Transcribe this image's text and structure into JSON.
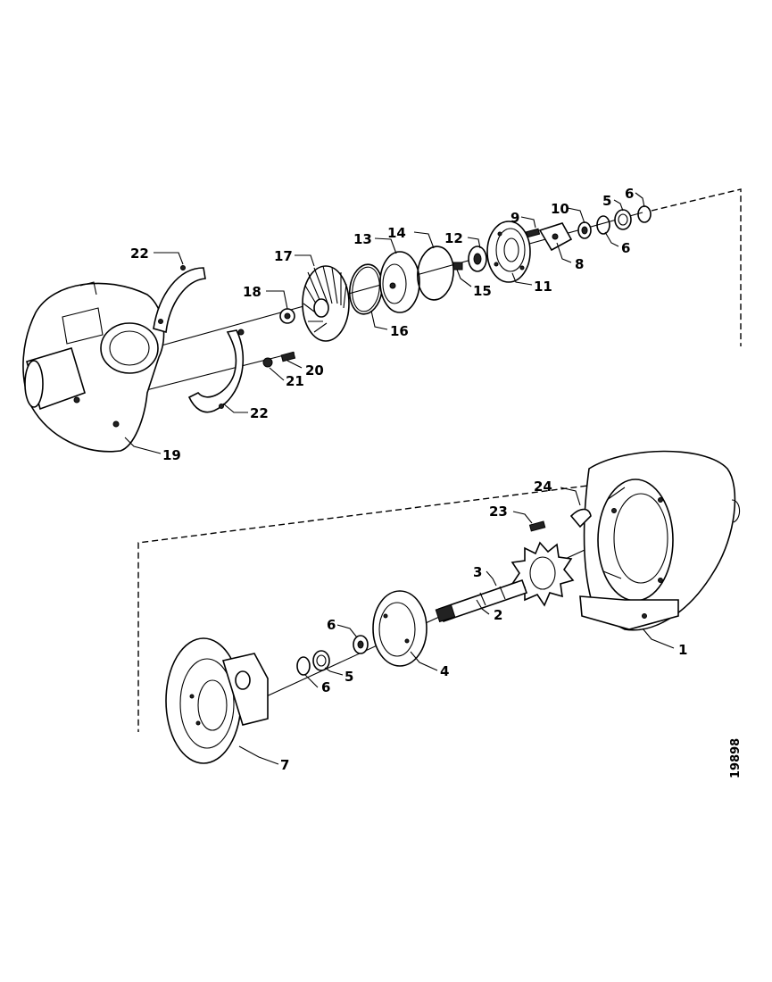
{
  "figure_id": "19898",
  "callouts": {
    "c1": "1",
    "c2": "2",
    "c3": "3",
    "c4": "4",
    "c5a": "5",
    "c5b": "5",
    "c6a": "6",
    "c6b": "6",
    "c6c": "6",
    "c6d": "6",
    "c7": "7",
    "c8": "8",
    "c9": "9",
    "c10": "10",
    "c11": "11",
    "c12": "12",
    "c13": "13",
    "c14": "14",
    "c15": "15",
    "c16": "16",
    "c17": "17",
    "c18": "18",
    "c19": "19",
    "c20": "20",
    "c21": "21",
    "c22a": "22",
    "c22b": "22",
    "c23": "23",
    "c24": "24"
  }
}
